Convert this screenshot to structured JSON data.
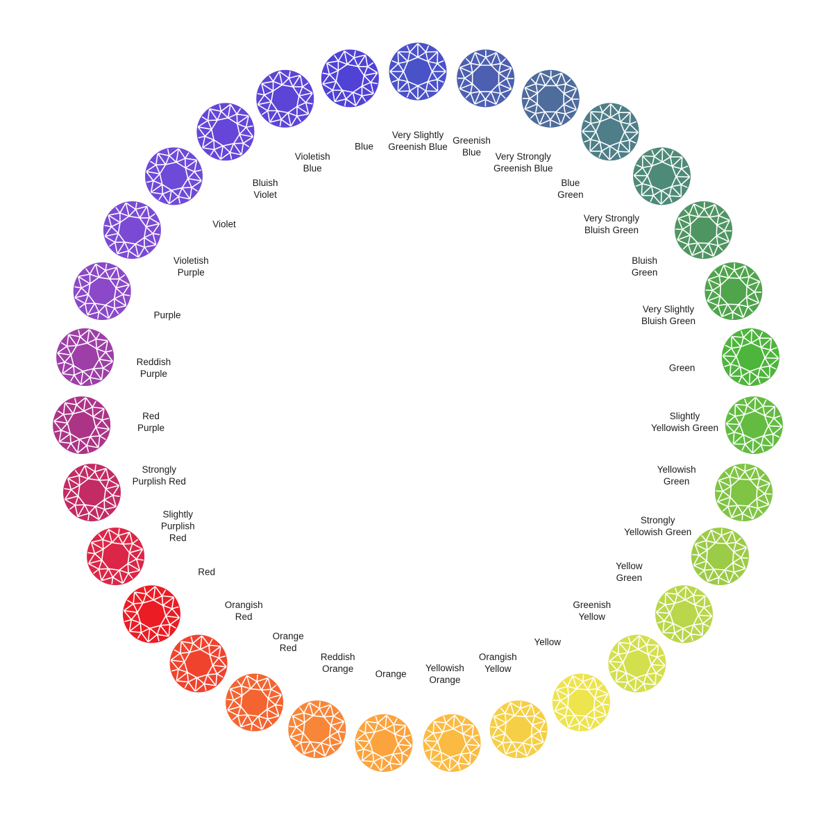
{
  "gems": [
    {
      "label": "Very Slightly\nGreenish Blue",
      "color": "#4A52C8"
    },
    {
      "label": "Greenish\nBlue",
      "color": "#4C5FB0"
    },
    {
      "label": "Very Strongly\nGreenish Blue",
      "color": "#4E6C9C"
    },
    {
      "label": "Blue\nGreen",
      "color": "#4E7E88"
    },
    {
      "label": "Very Strongly\nBluish Green",
      "color": "#4E8A78"
    },
    {
      "label": "Bluish\nGreen",
      "color": "#4F9562"
    },
    {
      "label": "Very Slightly\nBluish Green",
      "color": "#4FA44C"
    },
    {
      "label": "Green",
      "color": "#4DB53B"
    },
    {
      "label": "Slightly\nYellowish Green",
      "color": "#63BC41"
    },
    {
      "label": "Yellowish\nGreen",
      "color": "#80C444"
    },
    {
      "label": "Strongly\nYellowish Green",
      "color": "#9CCB47"
    },
    {
      "label": "Yellow\nGreen",
      "color": "#BAD64B"
    },
    {
      "label": "Greenish\nYellow",
      "color": "#D4DF4E"
    },
    {
      "label": "Yellow",
      "color": "#EDE44E"
    },
    {
      "label": "Orangish\nYellow",
      "color": "#F5CF45"
    },
    {
      "label": "Yellowish\nOrange",
      "color": "#FBBB43"
    },
    {
      "label": "Orange",
      "color": "#FBA43E"
    },
    {
      "label": "Reddish\nOrange",
      "color": "#F88639"
    },
    {
      "label": "Orange\nRed",
      "color": "#F46431"
    },
    {
      "label": "Orangish\nRed",
      "color": "#F0432E"
    },
    {
      "label": "Red",
      "color": "#EC1C24"
    },
    {
      "label": "Slightly\nPurplish\nRed",
      "color": "#DC2647"
    },
    {
      "label": "Strongly\nPurplish Red",
      "color": "#C22B63"
    },
    {
      "label": "Red\nPurple",
      "color": "#AC3487"
    },
    {
      "label": "Reddish\nPurple",
      "color": "#9D3FA7"
    },
    {
      "label": "Purple",
      "color": "#8B48C8"
    },
    {
      "label": "Violetish\nPurple",
      "color": "#7B4AD4"
    },
    {
      "label": "Violet",
      "color": "#6E4AD8"
    },
    {
      "label": "Bluish\nViolet",
      "color": "#6546D8"
    },
    {
      "label": "Violetish\nBlue",
      "color": "#5C44D6"
    },
    {
      "label": "Blue",
      "color": "#5042D4"
    }
  ]
}
